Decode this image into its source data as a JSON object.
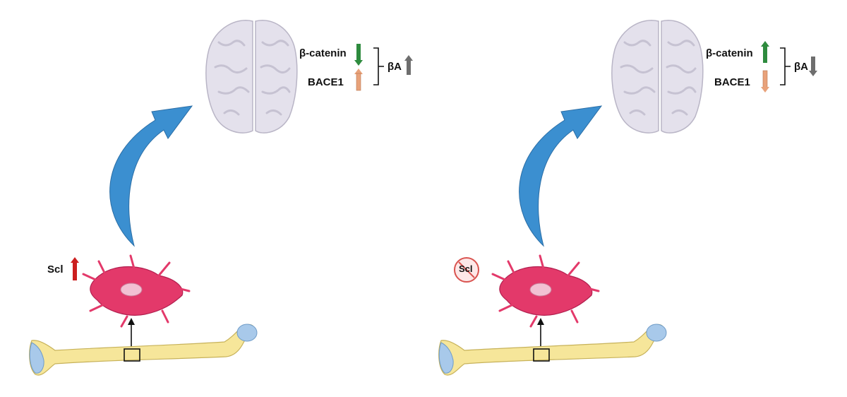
{
  "panels": [
    {
      "id": "left",
      "gene1": "β-catenin",
      "gene1_direction": "down",
      "gene2": "BACE1",
      "gene2_direction": "up",
      "result": "βA",
      "result_direction": "up",
      "scl_label": "Scl",
      "scl_state": "up"
    },
    {
      "id": "right",
      "gene1": "β-catenin",
      "gene1_direction": "up",
      "gene2": "BACE1",
      "gene2_direction": "down",
      "result": "βA",
      "result_direction": "down",
      "scl_label": "Scl",
      "scl_state": "blocked"
    }
  ],
  "colors": {
    "catenin_arrow": "#2e8b3e",
    "bace1_arrow": "#e8a27a",
    "result_arrow": "#6e6e6e",
    "scl_up_arrow": "#cc1f1f",
    "scl_block": "#d9534f",
    "curved_arrow": "#3b8fd0",
    "cell": "#e3396a",
    "bone": "#f6e69a",
    "bone_joint": "#a8c9ea",
    "brain": "#e4e1ec"
  }
}
